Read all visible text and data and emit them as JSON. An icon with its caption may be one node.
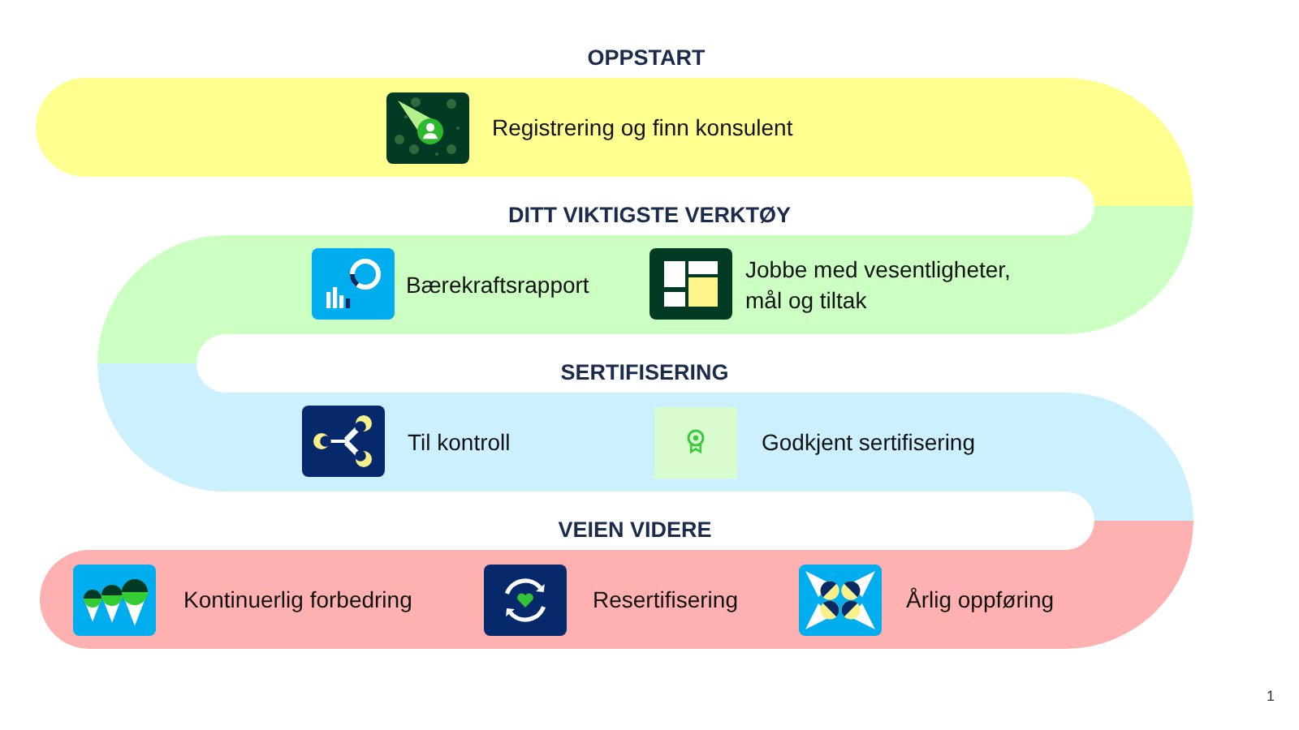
{
  "diagram": {
    "nodes": [
      {
        "text": [
          "OPPSTART",
          "Registrering og finn konsulent"
        ]
      },
      {
        "text": [
          "DITT VIKTIGSTE VERKTØY",
          "Bærekraftsrapport",
          "Jobbe med vesentligheter, mål og tiltak"
        ]
      },
      {
        "text": [
          "SERTIFISERING",
          "Til kontroll",
          "Godkjent sertifisering"
        ]
      },
      {
        "text": [
          "VEIEN VIDERE",
          "Kontinuerlig forbedring",
          "Resertifisering",
          "Årlig oppføring"
        ]
      }
    ],
    "labels": [
      "1"
    ]
  }
}
